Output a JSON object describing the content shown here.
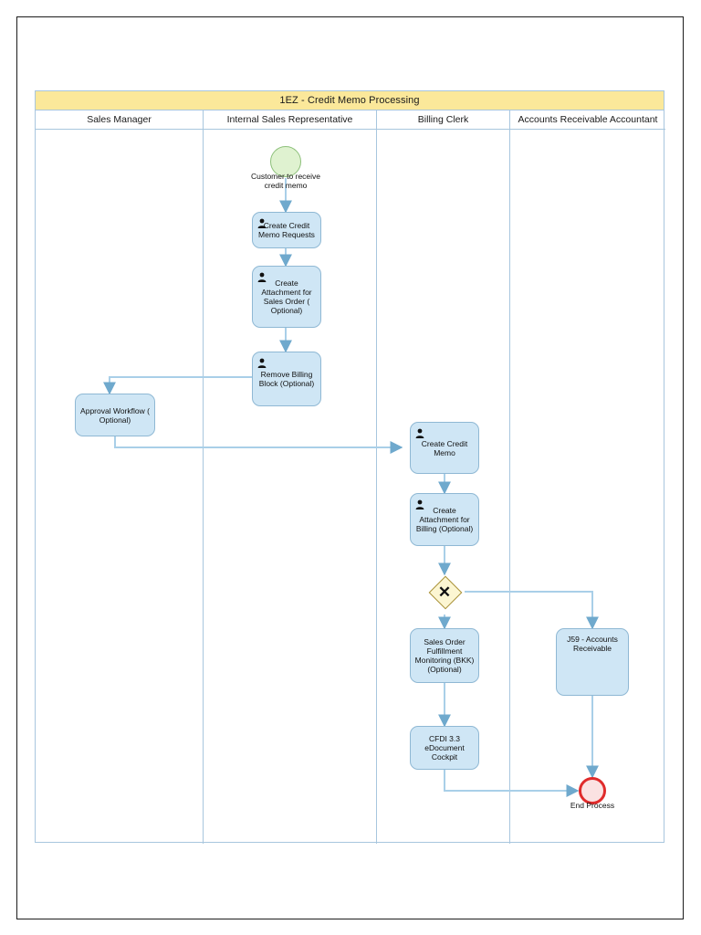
{
  "pool": {
    "title": "1EZ - Credit Memo Processing",
    "title_color": "#fbe89a",
    "border_color": "#a8c6de"
  },
  "lanes": [
    {
      "id": "sales-manager",
      "label": "Sales Manager"
    },
    {
      "id": "internal-sales-representative",
      "label": "Internal Sales Representative"
    },
    {
      "id": "billing-clerk",
      "label": "Billing Clerk"
    },
    {
      "id": "accounts-receivable-accountant",
      "label": "Accounts Receivable Accountant"
    }
  ],
  "events": {
    "start": {
      "label": "Customer to receive credit memo",
      "fill": "#dff2d0",
      "stroke": "#8dc07a"
    },
    "end": {
      "label": "End Process",
      "fill": "#fbe2e2",
      "stroke": "#e02b2b"
    }
  },
  "gateway": {
    "type": "exclusive",
    "symbol": "✕",
    "fill": "#fcf6d2",
    "stroke": "#a89036"
  },
  "tasks": [
    {
      "id": "create-credit-memo-requests",
      "label": "Create Credit Memo Requests",
      "lane": "internal-sales-representative",
      "icon": "person-icon"
    },
    {
      "id": "create-attachment-for-sales-order",
      "label": "Create Attachment for Sales Order ( Optional)",
      "lane": "internal-sales-representative",
      "icon": "person-icon"
    },
    {
      "id": "remove-billing-block",
      "label": "Remove Billing Block (Optional)",
      "lane": "internal-sales-representative",
      "icon": "person-icon"
    },
    {
      "id": "approval-workflow",
      "label": "Approval Workflow ( Optional)",
      "lane": "sales-manager",
      "icon": "none"
    },
    {
      "id": "create-credit-memo",
      "label": "Create Credit Memo",
      "lane": "billing-clerk",
      "icon": "person-icon"
    },
    {
      "id": "create-attachment-for-billing",
      "label": "Create Attachment for Billing (Optional)",
      "lane": "billing-clerk",
      "icon": "person-icon"
    },
    {
      "id": "sales-order-fulfillment-monitoring",
      "label": "Sales Order Fulfillment Monitoring (BKK) (Optional)",
      "lane": "billing-clerk",
      "icon": "none"
    },
    {
      "id": "cfdi-edocument-cockpit",
      "label": "CFDI 3.3 eDocument Cockpit",
      "lane": "billing-clerk",
      "icon": "none"
    },
    {
      "id": "j59-accounts-receivable",
      "label": "J59 - Accounts Receivable",
      "lane": "accounts-receivable-accountant",
      "icon": "none"
    }
  ],
  "colors": {
    "task_fill": "#cfe6f5",
    "task_stroke": "#8fb8d4",
    "connector": "#a9cfe8",
    "page_border": "#1c1c1c"
  }
}
